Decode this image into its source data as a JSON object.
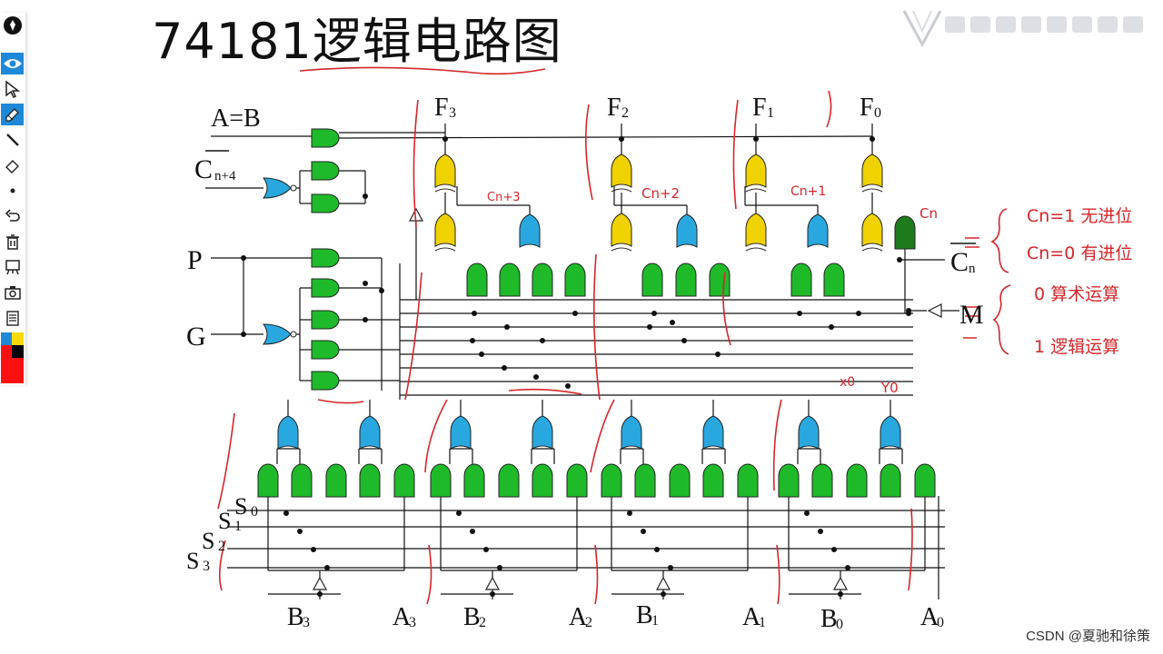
{
  "slide": {
    "title": "74181逻辑电路图",
    "watermark": "CSDN @夏驰和徐策"
  },
  "toolbar": {
    "tools": [
      {
        "name": "logo-icon"
      },
      {
        "name": "eye-icon"
      },
      {
        "name": "pointer-icon"
      },
      {
        "name": "pen-icon"
      },
      {
        "name": "line-icon"
      },
      {
        "name": "eraser-icon"
      },
      {
        "name": "dot-icon"
      },
      {
        "name": "undo-icon"
      },
      {
        "name": "trash-icon"
      },
      {
        "name": "projector-icon"
      },
      {
        "name": "camera-icon"
      },
      {
        "name": "notes-icon"
      }
    ],
    "palette": [
      "#1e88d8",
      "#f5d90a",
      "#000000",
      "#ff0000"
    ]
  },
  "circuit": {
    "inputs_left": {
      "eq": "A=B",
      "cn4": "Cn+4",
      "cn4_base": "C",
      "cn4_sub": "n+4",
      "p": "P",
      "g": "G"
    },
    "outputs_top": [
      {
        "base": "F",
        "sub": "3"
      },
      {
        "base": "F",
        "sub": "2"
      },
      {
        "base": "F",
        "sub": "1"
      },
      {
        "base": "F",
        "sub": "0"
      }
    ],
    "right_inputs": {
      "cn_base": "C",
      "cn_sub": "n",
      "m": "M"
    },
    "select_lines": [
      {
        "base": "S",
        "sub": "0"
      },
      {
        "base": "S",
        "sub": "1"
      },
      {
        "base": "S",
        "sub": "2"
      },
      {
        "base": "S",
        "sub": "3"
      }
    ],
    "bottom_inputs": [
      {
        "base": "B",
        "sub": "3"
      },
      {
        "base": "A",
        "sub": "3"
      },
      {
        "base": "B",
        "sub": "2"
      },
      {
        "base": "A",
        "sub": "2"
      },
      {
        "base": "B",
        "sub": "1"
      },
      {
        "base": "A",
        "sub": "1"
      },
      {
        "base": "B",
        "sub": "0"
      },
      {
        "base": "A",
        "sub": "0"
      }
    ],
    "gate_colors": {
      "and": "#1fba2a",
      "xor": "#f0d200",
      "or": "#29a8e0",
      "dark_and": "#1d7a1d"
    }
  },
  "annotations": {
    "carry_labels": [
      "Cn+3",
      "Cn+2",
      "Cn+1",
      "Cn"
    ],
    "cn_notes": [
      "Cn=1 无进位",
      "Cn=0 有进位"
    ],
    "m_notes": [
      "0 算术运算",
      "1 逻辑运算"
    ],
    "x0": "x0",
    "y0": "Y0",
    "ink_color": "#d4262a"
  }
}
